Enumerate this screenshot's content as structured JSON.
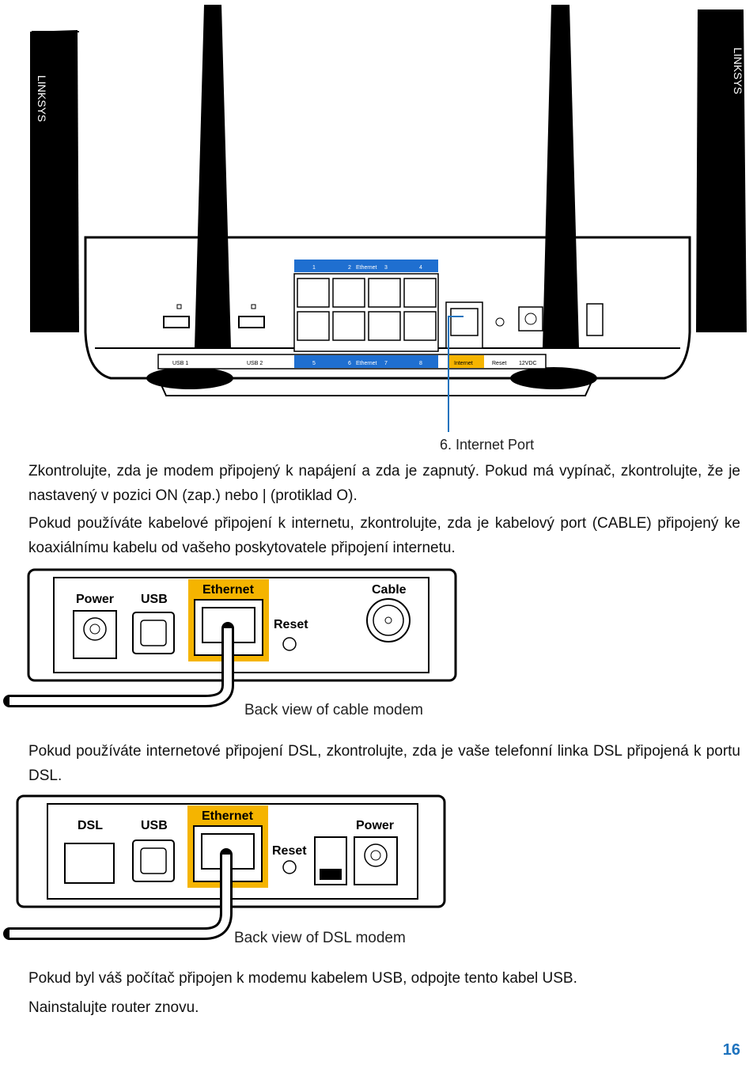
{
  "router": {
    "brand": "LINKSYS",
    "ethernet_label": "Ethernet",
    "ports_top": [
      "1",
      "2",
      "3",
      "4"
    ],
    "ports_bottom": [
      "5",
      "6",
      "7",
      "8"
    ],
    "usb1": "USB 1",
    "usb2": "USB 2",
    "internet": "Internet",
    "reset": "Reset",
    "power": "12VDC",
    "callout": "6. Internet Port"
  },
  "paragraphs": [
    "Zkontrolujte, zda je modem připojený k napájení a zda je zapnutý. Pokud má vypínač, zkontrolujte, že je nastavený v pozici ON (zap.) nebo | (protiklad O).",
    "Pokud používáte kabelové připojení k internetu, zkontrolujte, zda je kabelový port (CABLE) připojený ke koaxiálnímu kabelu od vašeho poskytovatele připojení internetu.",
    "Pokud používáte internetové připojení DSL, zkontrolujte, zda je vaše telefonní linka DSL připojená k portu DSL.",
    "Pokud byl váš počítač připojen k modemu kabelem USB, odpojte tento kabel USB.",
    "Nainstalujte router znovu."
  ],
  "cable_modem": {
    "power": "Power",
    "usb": "USB",
    "ethernet": "Ethernet",
    "reset": "Reset",
    "cable": "Cable",
    "caption": "Back view of cable modem"
  },
  "dsl_modem": {
    "dsl": "DSL",
    "usb": "USB",
    "ethernet": "Ethernet",
    "reset": "Reset",
    "power": "Power",
    "caption": "Back view of DSL modem"
  },
  "page_number": "16",
  "colors": {
    "accent_blue": "#1e73be",
    "highlight_yellow": "#f5b400",
    "ethernet_blue": "#1f6fd0"
  }
}
